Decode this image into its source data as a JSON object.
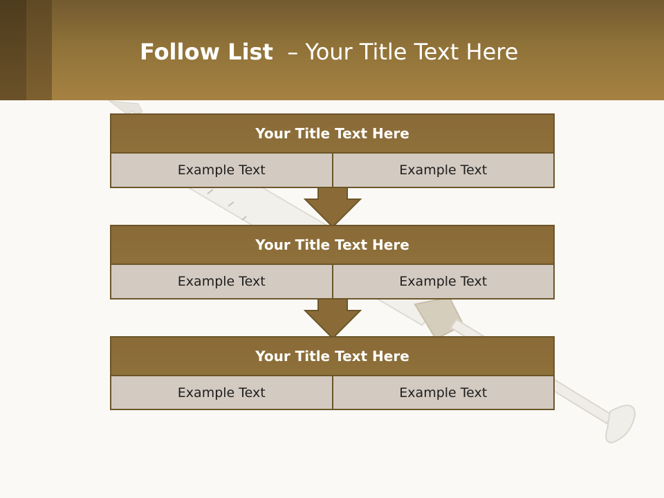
{
  "header": {
    "title_bold": "Follow List",
    "title_rest": "– Your Title Text Here"
  },
  "blocks": [
    {
      "title": "Your Title Text Here",
      "left": "Example Text",
      "right": "Example Text"
    },
    {
      "title": "Your Title Text Here",
      "left": "Example Text",
      "right": "Example Text"
    },
    {
      "title": "Your Title Text Here",
      "left": "Example Text",
      "right": "Example Text"
    }
  ],
  "colors": {
    "accent": "#8e703a",
    "border": "#6b5528",
    "cell_bg": "#d3cac1",
    "page_bg": "#faf9f6"
  },
  "icons": [
    "syringe-illustration",
    "down-arrow-icon"
  ]
}
